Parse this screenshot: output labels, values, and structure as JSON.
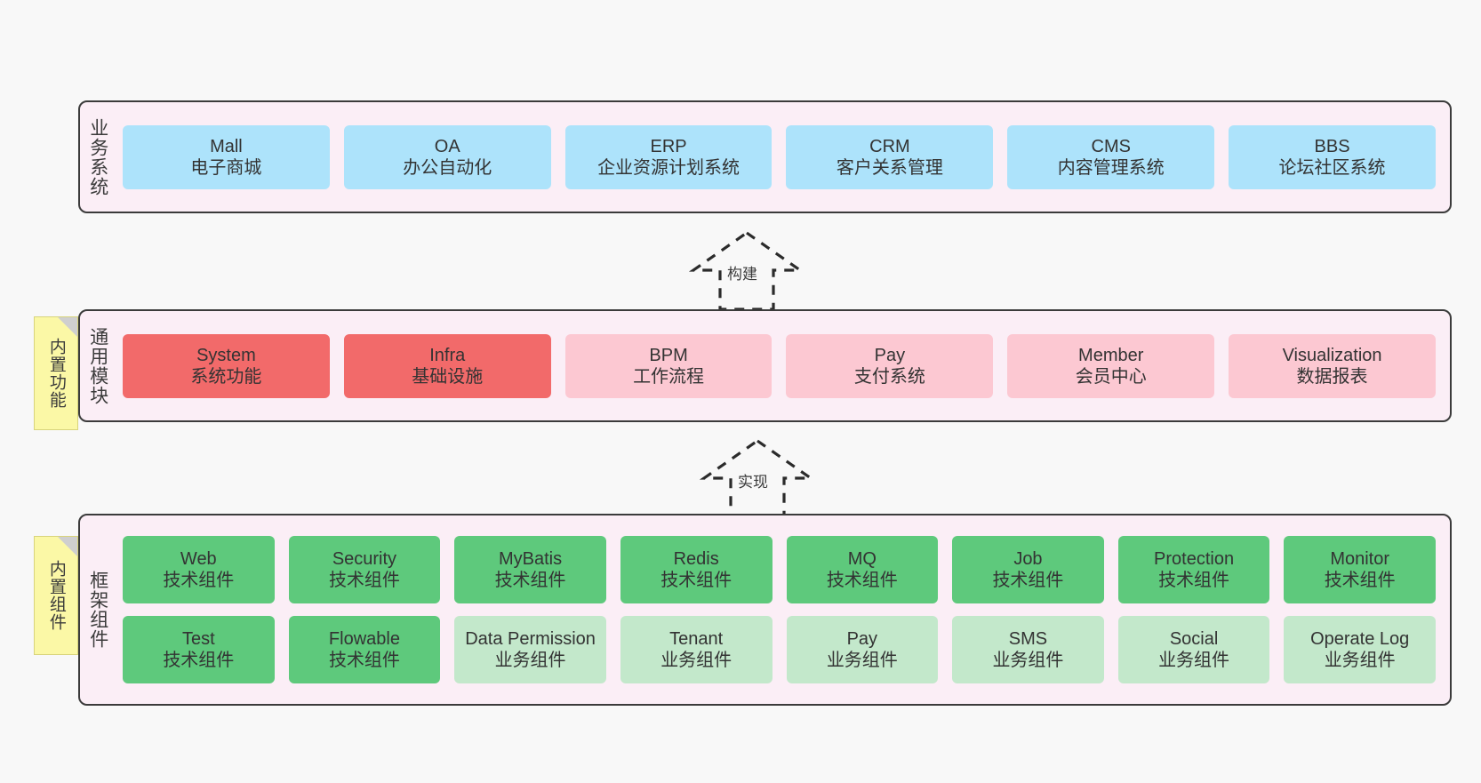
{
  "canvas": {
    "background": "#f8f8f8",
    "border_color": "#3b3b3b",
    "layer_background": "#fbeef6"
  },
  "colors": {
    "blue": "#ade3fb",
    "red": "#f26a6a",
    "pink": "#fcc8d2",
    "green": "#5ec97c",
    "light_green": "#c3e8cb",
    "note_yellow": "#fbf8a6"
  },
  "layers": [
    {
      "id": "business-system",
      "title": "业务系统",
      "rows": [
        {
          "cards": [
            {
              "en": "Mall",
              "cn": "电子商城",
              "color": "blue"
            },
            {
              "en": "OA",
              "cn": "办公自动化",
              "color": "blue"
            },
            {
              "en": "ERP",
              "cn": "企业资源计划系统",
              "color": "blue"
            },
            {
              "en": "CRM",
              "cn": "客户关系管理",
              "color": "blue"
            },
            {
              "en": "CMS",
              "cn": "内容管理系统",
              "color": "blue"
            },
            {
              "en": "BBS",
              "cn": "论坛社区系统",
              "color": "blue"
            }
          ]
        }
      ]
    },
    {
      "id": "common-module",
      "title": "通用模块",
      "note": "内置功能",
      "rows": [
        {
          "cards": [
            {
              "en": "System",
              "cn": "系统功能",
              "color": "red"
            },
            {
              "en": "Infra",
              "cn": "基础设施",
              "color": "red"
            },
            {
              "en": "BPM",
              "cn": "工作流程",
              "color": "pink"
            },
            {
              "en": "Pay",
              "cn": "支付系统",
              "color": "pink"
            },
            {
              "en": "Member",
              "cn": "会员中心",
              "color": "pink"
            },
            {
              "en": "Visualization",
              "cn": "数据报表",
              "color": "pink"
            }
          ]
        }
      ]
    },
    {
      "id": "framework-component",
      "title": "框架组件",
      "note": "内置组件",
      "rows": [
        {
          "cards": [
            {
              "en": "Web",
              "cn": "技术组件",
              "color": "green"
            },
            {
              "en": "Security",
              "cn": "技术组件",
              "color": "green"
            },
            {
              "en": "MyBatis",
              "cn": "技术组件",
              "color": "green"
            },
            {
              "en": "Redis",
              "cn": "技术组件",
              "color": "green"
            },
            {
              "en": "MQ",
              "cn": "技术组件",
              "color": "green"
            },
            {
              "en": "Job",
              "cn": "技术组件",
              "color": "green"
            },
            {
              "en": "Protection",
              "cn": "技术组件",
              "color": "green"
            },
            {
              "en": "Monitor",
              "cn": "技术组件",
              "color": "green"
            }
          ]
        },
        {
          "cards": [
            {
              "en": "Test",
              "cn": "技术组件",
              "color": "green"
            },
            {
              "en": "Flowable",
              "cn": "技术组件",
              "color": "green"
            },
            {
              "en": "Data Permission",
              "cn": "业务组件",
              "color": "lightgreen"
            },
            {
              "en": "Tenant",
              "cn": "业务组件",
              "color": "lightgreen"
            },
            {
              "en": "Pay",
              "cn": "业务组件",
              "color": "lightgreen"
            },
            {
              "en": "SMS",
              "cn": "业务组件",
              "color": "lightgreen"
            },
            {
              "en": "Social",
              "cn": "业务组件",
              "color": "lightgreen"
            },
            {
              "en": "Operate Log",
              "cn": "业务组件",
              "color": "lightgreen"
            }
          ]
        }
      ]
    }
  ],
  "relations": [
    {
      "id": "build",
      "label": "构建",
      "from": "common-module",
      "to": "business-system",
      "style": "dashed-hollow-triangle"
    },
    {
      "id": "realize",
      "label": "实现",
      "from": "framework-component",
      "to": "common-module",
      "style": "dashed-hollow-triangle"
    }
  ]
}
